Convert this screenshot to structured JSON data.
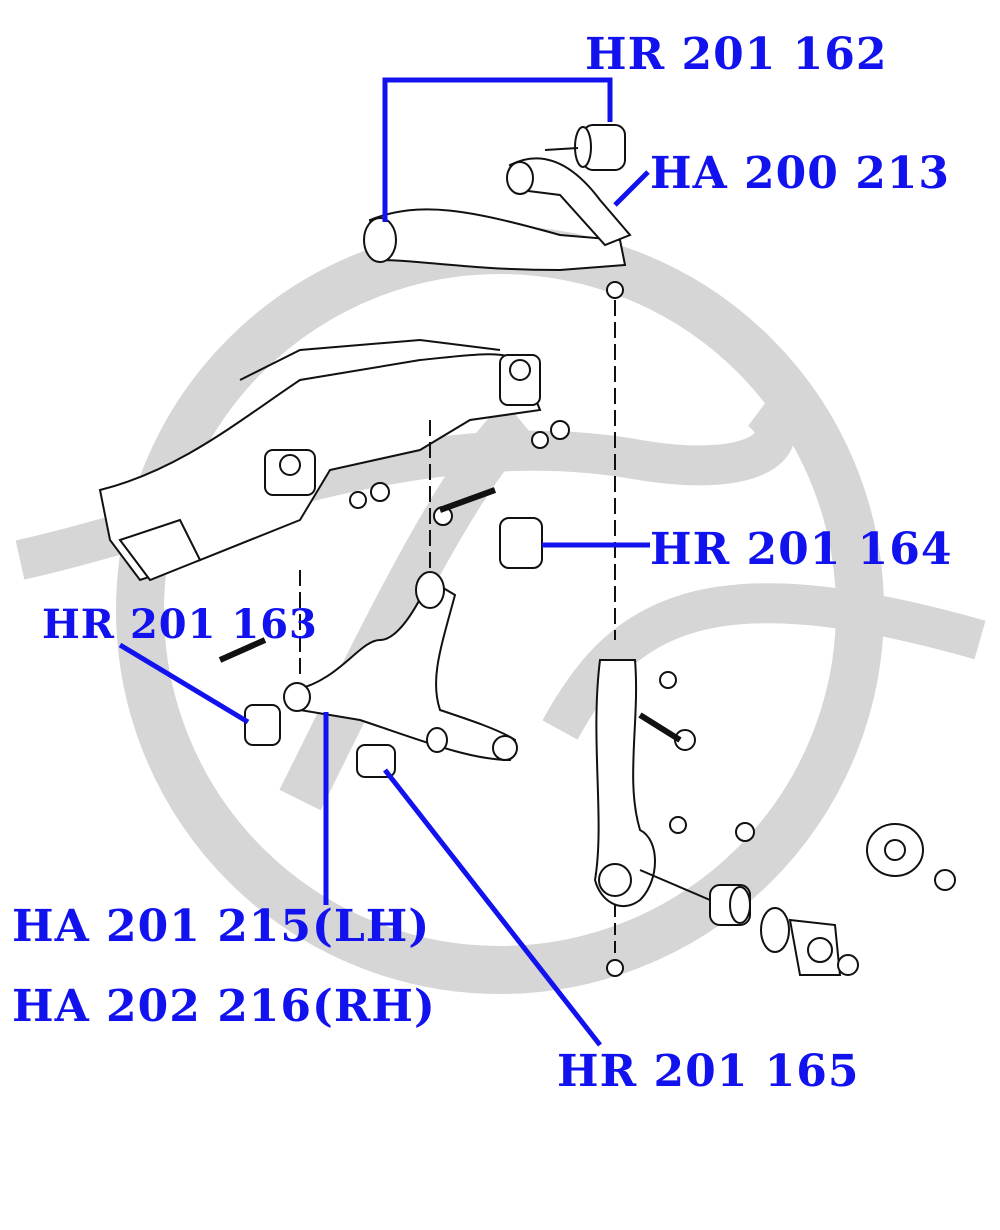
{
  "colors": {
    "label": "#1212ee",
    "watermark": "#d4d4d4",
    "drawing": "#111111"
  },
  "watermark": {
    "icon": "logo-watermark"
  },
  "labels": {
    "upper_bushing": "HR 201 162",
    "upper_arm": "HA 200 213",
    "rear_bushing": "HR 201 164",
    "front_bushing": "HR 201 163",
    "lower_arm_lh": "HA 201 215(LH)",
    "lower_arm_rh": "HA 202 216(RH)",
    "hydro_bushing": "HR 201 165"
  }
}
